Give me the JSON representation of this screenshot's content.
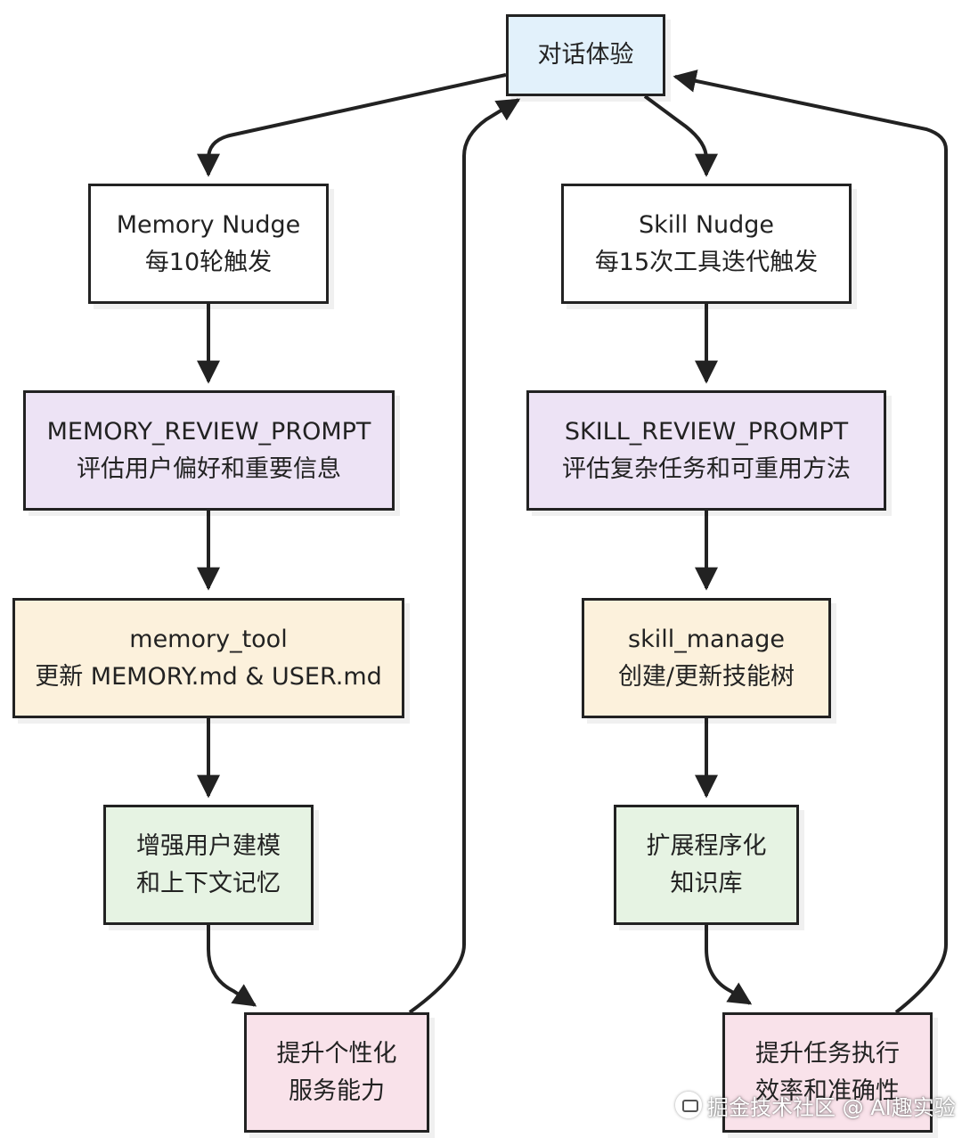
{
  "nodes": {
    "dialog": {
      "label": "对话体验"
    },
    "memory_nudge": {
      "line1": "Memory Nudge",
      "line2": "每10轮触发"
    },
    "skill_nudge": {
      "line1": "Skill Nudge",
      "line2": "每15次工具迭代触发"
    },
    "memory_review": {
      "line1": "MEMORY_REVIEW_PROMPT",
      "line2": "评估用户偏好和重要信息"
    },
    "skill_review": {
      "line1": "SKILL_REVIEW_PROMPT",
      "line2": "评估复杂任务和可重用方法"
    },
    "memory_tool": {
      "line1": "memory_tool",
      "line2": "更新 MEMORY.md & USER.md"
    },
    "skill_manage": {
      "line1": "skill_manage",
      "line2": "创建/更新技能树"
    },
    "user_model": {
      "line1": "增强用户建模",
      "line2": "和上下文记忆"
    },
    "knowledge_base": {
      "line1": "扩展程序化",
      "line2": "知识库"
    },
    "personalization": {
      "line1": "提升个性化",
      "line2": "服务能力"
    },
    "efficiency": {
      "line1": "提升任务执行",
      "line2": "效率和准确性"
    }
  },
  "watermark": {
    "text": "掘金技术社区 @ AI趣实验",
    "icon": "wechat-icon"
  },
  "colors": {
    "stroke": "#222222",
    "blue_fill": "#e2f1fb",
    "white_fill": "#ffffff",
    "purple_fill": "#ede3f5",
    "orange_fill": "#fcf1dc",
    "green_fill": "#e6f3e3",
    "pink_fill": "#f9e2ea"
  }
}
